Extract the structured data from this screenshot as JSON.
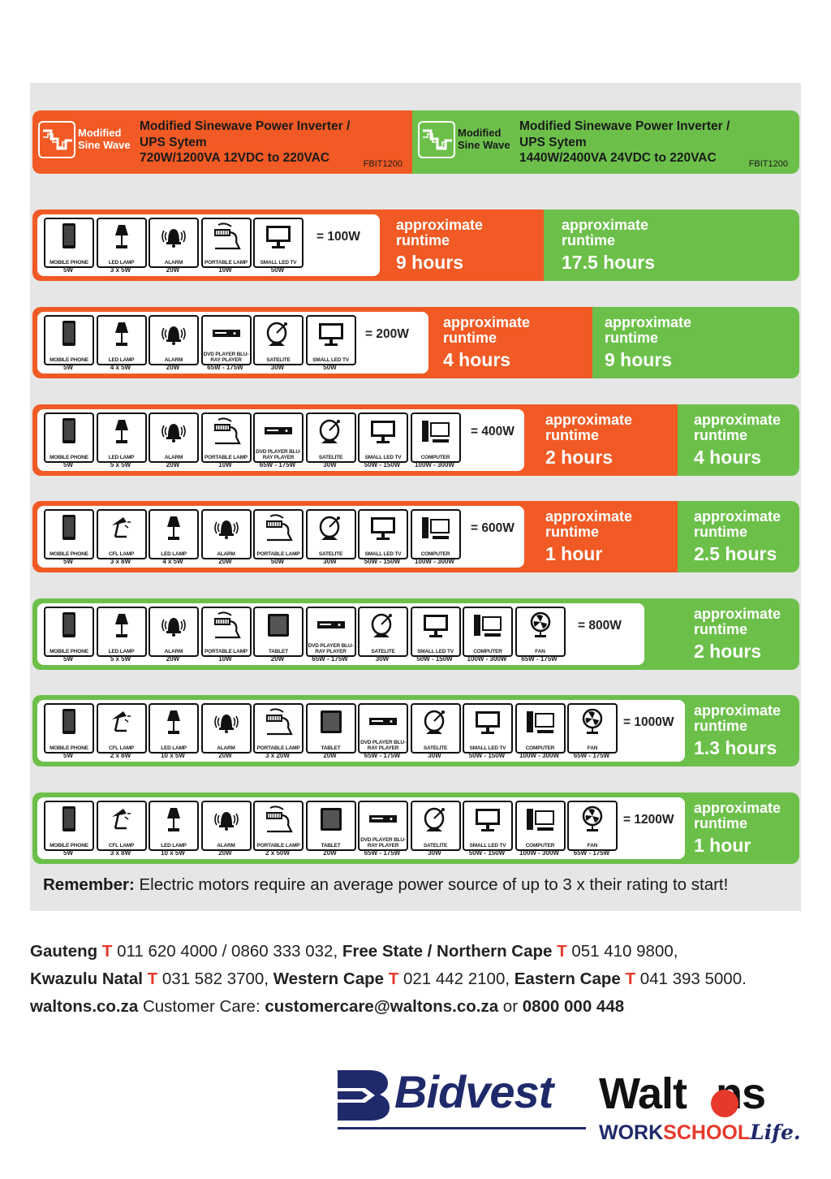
{
  "header": {
    "left": {
      "badge": [
        "Modified",
        "Sine Wave"
      ],
      "title": [
        "Modified Sinewave Power Inverter /",
        "UPS Sytem",
        "720W/1200VA 12VDC to 220VAC"
      ],
      "code": "FBIT1200",
      "color": "#f15a24"
    },
    "right": {
      "badge": [
        "Modified",
        "Sine Wave"
      ],
      "title": [
        "Modified Sinewave Power Inverter /",
        "UPS Sytem",
        "1440W/2400VA 24VDC to 220VAC"
      ],
      "code": "FBIT1200",
      "color": "#6cc04a"
    }
  },
  "runtime_label": [
    "approximate",
    "runtime"
  ],
  "rows": [
    {
      "devices": [
        [
          "phone",
          "MOBILE PHONE",
          "5W"
        ],
        [
          "lamp",
          "LED LAMP",
          "3 x 5W"
        ],
        [
          "alarm",
          "ALARM",
          "20W"
        ],
        [
          "portable",
          "PORTABLE LAMP",
          "10W"
        ],
        [
          "tv",
          "SMALL LED TV",
          "50W"
        ]
      ],
      "total": "= 100W",
      "left_runtime": "9 hours",
      "right_runtime": "17.5 hours"
    },
    {
      "devices": [
        [
          "phone",
          "MOBILE PHONE",
          "5W"
        ],
        [
          "lamp",
          "LED LAMP",
          "4 x 5W"
        ],
        [
          "alarm",
          "ALARM",
          "20W"
        ],
        [
          "dvd",
          "DVD PLAYER BLU-RAY PLAYER",
          "65W - 175W"
        ],
        [
          "sat",
          "SATELITE",
          "30W"
        ],
        [
          "tv",
          "SMALL LED TV",
          "50W"
        ]
      ],
      "total": "= 200W",
      "left_runtime": "4 hours",
      "right_runtime": "9 hours"
    },
    {
      "devices": [
        [
          "phone",
          "MOBILE PHONE",
          "5W"
        ],
        [
          "lamp",
          "LED LAMP",
          "5 x 5W"
        ],
        [
          "alarm",
          "ALARM",
          "20W"
        ],
        [
          "portable",
          "PORTABLE LAMP",
          "10W"
        ],
        [
          "dvd",
          "DVD PLAYER BLU-RAY PLAYER",
          "65W - 175W"
        ],
        [
          "sat",
          "SATELITE",
          "30W"
        ],
        [
          "tv",
          "SMALL LED TV",
          "50W - 150W"
        ],
        [
          "pc",
          "COMPUTER",
          "100W - 300W"
        ]
      ],
      "total": "= 400W",
      "left_runtime": "2 hours",
      "right_runtime": "4 hours"
    },
    {
      "devices": [
        [
          "phone",
          "MOBILE PHONE",
          "5W"
        ],
        [
          "cfl",
          "CFL LAMP",
          "3 x 8W"
        ],
        [
          "lamp",
          "LED LAMP",
          "4 x 5W"
        ],
        [
          "alarm",
          "ALARM",
          "20W"
        ],
        [
          "portable",
          "PORTABLE LAMP",
          "50W"
        ],
        [
          "sat",
          "SATELITE",
          "30W"
        ],
        [
          "tv",
          "SMALL LED TV",
          "50W - 150W"
        ],
        [
          "pc",
          "COMPUTER",
          "100W - 300W"
        ]
      ],
      "total": "= 600W",
      "left_runtime": "1 hour",
      "right_runtime": "2.5 hours"
    },
    {
      "devices": [
        [
          "phone",
          "MOBILE PHONE",
          "5W"
        ],
        [
          "lamp",
          "LED LAMP",
          "5 x 5W"
        ],
        [
          "alarm",
          "ALARM",
          "20W"
        ],
        [
          "portable",
          "PORTABLE LAMP",
          "10W"
        ],
        [
          "tablet",
          "TABLET",
          "20W"
        ],
        [
          "dvd",
          "DVD PLAYER BLU-RAY PLAYER",
          "65W - 175W"
        ],
        [
          "sat",
          "SATELITE",
          "30W"
        ],
        [
          "tv",
          "SMALL LED TV",
          "50W - 150W"
        ],
        [
          "pc",
          "COMPUTER",
          "100W - 300W"
        ],
        [
          "fan",
          "FAN",
          "65W - 175W"
        ]
      ],
      "total": "= 800W",
      "left_runtime": "",
      "right_runtime": "2 hours"
    },
    {
      "devices": [
        [
          "phone",
          "MOBILE PHONE",
          "5W"
        ],
        [
          "cfl",
          "CFL LAMP",
          "2 x 8W"
        ],
        [
          "lamp",
          "LED LAMP",
          "10 x 5W"
        ],
        [
          "alarm",
          "ALARM",
          "20W"
        ],
        [
          "portable",
          "PORTABLE LAMP",
          "3 x 20W"
        ],
        [
          "tablet",
          "TABLET",
          "20W"
        ],
        [
          "dvd",
          "DVD PLAYER BLU-RAY PLAYER",
          "65W - 175W"
        ],
        [
          "sat",
          "SATELITE",
          "30W"
        ],
        [
          "tv",
          "SMALL LED TV",
          "50W - 150W"
        ],
        [
          "pc",
          "COMPUTER",
          "100W - 300W"
        ],
        [
          "fan",
          "FAN",
          "65W - 175W"
        ]
      ],
      "total": "= 1000W",
      "left_runtime": "",
      "right_runtime": "1.3 hours"
    },
    {
      "devices": [
        [
          "phone",
          "MOBILE PHONE",
          "5W"
        ],
        [
          "cfl",
          "CFL LAMP",
          "3 x 8W"
        ],
        [
          "lamp",
          "LED LAMP",
          "10 x 5W"
        ],
        [
          "alarm",
          "ALARM",
          "20W"
        ],
        [
          "portable",
          "PORTABLE LAMP",
          "2 x 50W"
        ],
        [
          "tablet",
          "TABLET",
          "20W"
        ],
        [
          "dvd",
          "DVD PLAYER BLU-RAY PLAYER",
          "65W - 175W"
        ],
        [
          "sat",
          "SATELITE",
          "30W"
        ],
        [
          "tv",
          "SMALL LED TV",
          "50W - 150W"
        ],
        [
          "pc",
          "COMPUTER",
          "100W - 300W"
        ],
        [
          "fan",
          "FAN",
          "65W - 175W"
        ]
      ],
      "total": "= 1200W",
      "left_runtime": "",
      "right_runtime": "1 hour"
    }
  ],
  "remember": {
    "bold": "Remember:",
    "text": " Electric motors require an average power source of up to 3 x their rating to start!"
  },
  "contacts": {
    "line1": [
      [
        "b",
        "Gauteng"
      ],
      [
        "t",
        " T "
      ],
      [
        "n",
        "011 620 4000 / 0860 333 032, "
      ],
      [
        "b",
        "Free State / Northern Cape"
      ],
      [
        "t",
        " T "
      ],
      [
        "n",
        "051 410 9800,"
      ]
    ],
    "line2": [
      [
        "b",
        "Kwazulu Natal"
      ],
      [
        "t",
        " T "
      ],
      [
        "n",
        "031 582 3700, "
      ],
      [
        "b",
        "Western Cape"
      ],
      [
        "t",
        "  T "
      ],
      [
        "n",
        "021 442 2100, "
      ],
      [
        "b",
        "Eastern Cape"
      ],
      [
        "t",
        " T "
      ],
      [
        "n",
        "041 393 5000."
      ]
    ],
    "line3": [
      [
        "b",
        "waltons.co.za"
      ],
      [
        "n",
        "  Customer Care: "
      ],
      [
        "b",
        "customercare@waltons.co.za"
      ],
      [
        "n",
        " or "
      ],
      [
        "b",
        "0800 000 448"
      ]
    ]
  },
  "brand": {
    "bidvest": "Bidvest",
    "waltons": [
      "Walt",
      "ns"
    ],
    "tag": [
      "WORK",
      "SCHOOL",
      "Life."
    ]
  }
}
